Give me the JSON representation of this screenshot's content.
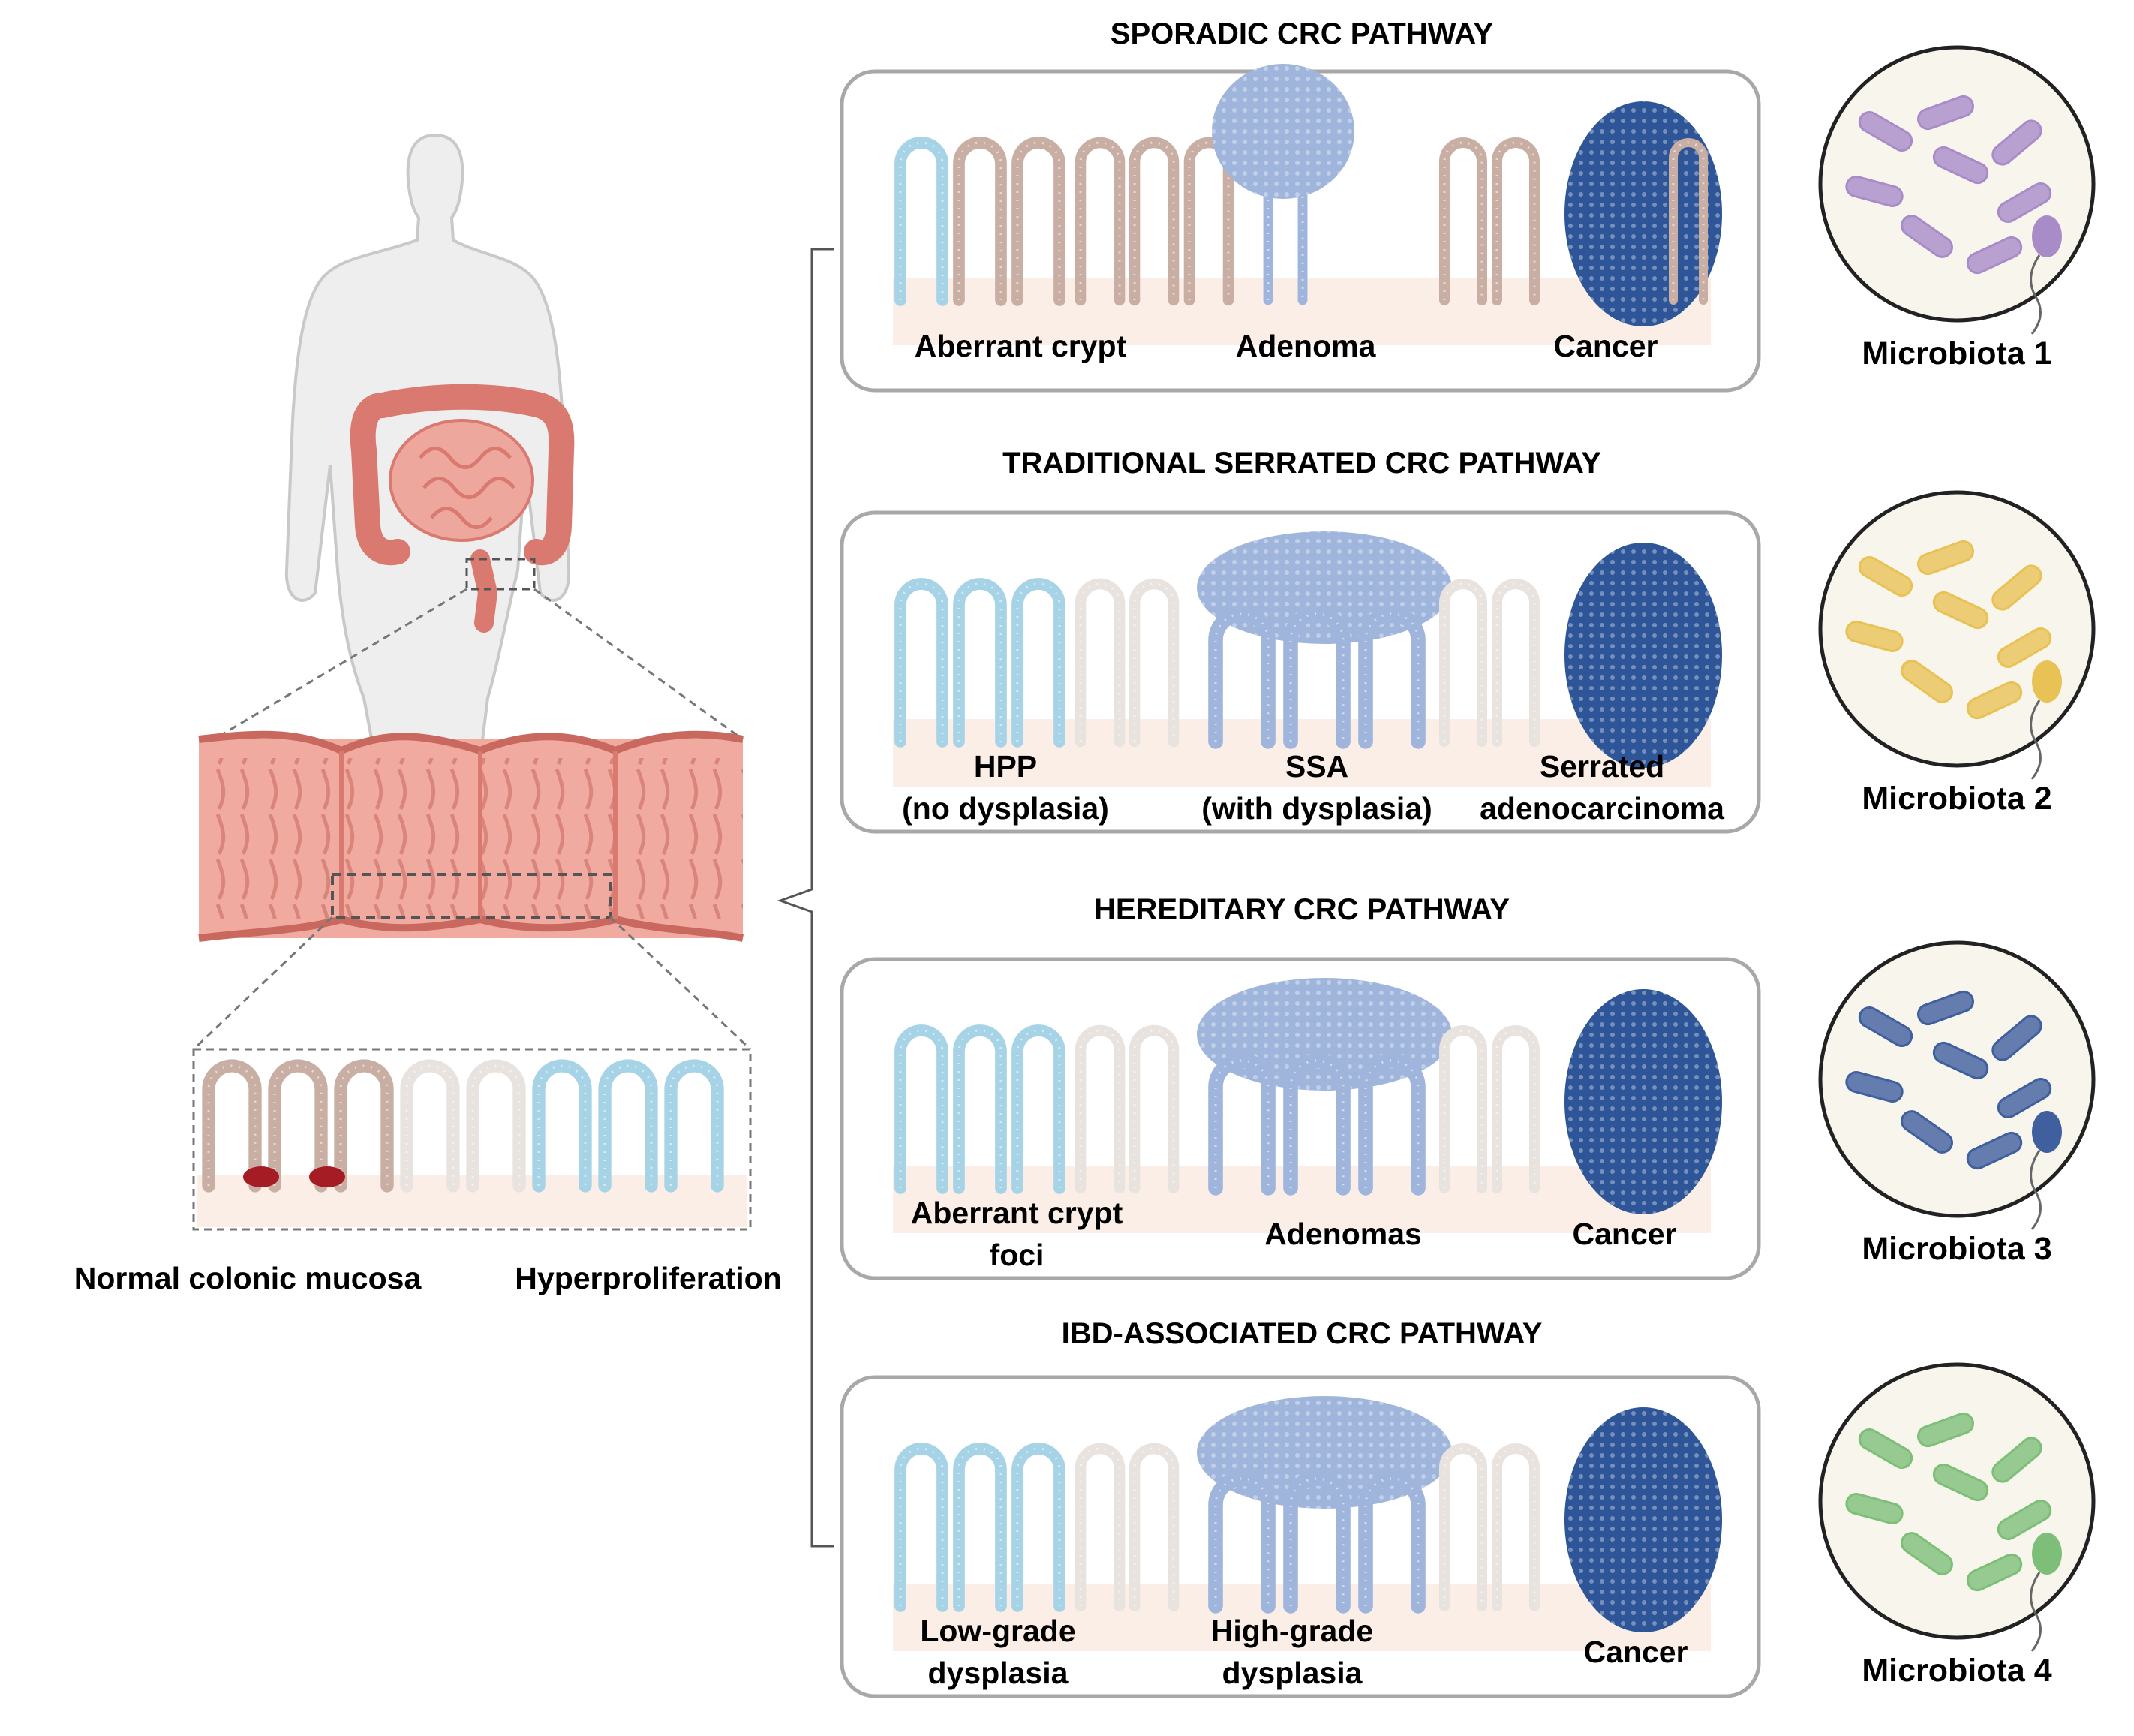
{
  "left": {
    "label_normal": "Normal colonic mucosa",
    "label_hyper": "Hyperproliferation"
  },
  "pathways": [
    {
      "title": "SPORADIC CRC PATHWAY",
      "stages": [
        {
          "lines": [
            "Aberrant crypt"
          ]
        },
        {
          "lines": [
            "Adenoma"
          ]
        },
        {
          "lines": [
            "Cancer"
          ]
        }
      ],
      "microbiota": "Microbiota 1",
      "microbiota_color": "#a88cc8"
    },
    {
      "title": "TRADITIONAL  SERRATED CRC PATHWAY",
      "stages": [
        {
          "lines": [
            "HPP",
            "(no dysplasia)"
          ]
        },
        {
          "lines": [
            "SSA",
            "(with  dysplasia)"
          ]
        },
        {
          "lines": [
            "Serrated",
            "adenocarcinoma"
          ]
        }
      ],
      "microbiota": "Microbiota 2",
      "microbiota_color": "#e8c255"
    },
    {
      "title": "HEREDITARY CRC PATHWAY",
      "stages": [
        {
          "lines": [
            "Aberrant crypt",
            "foci"
          ]
        },
        {
          "lines": [
            "Adenomas"
          ]
        },
        {
          "lines": [
            "Cancer"
          ]
        }
      ],
      "microbiota": "Microbiota 3",
      "microbiota_color": "#3f5f9e"
    },
    {
      "title": "IBD-ASSOCIATED CRC PATHWAY",
      "stages": [
        {
          "lines": [
            "Low-grade",
            "dysplasia"
          ]
        },
        {
          "lines": [
            "High-grade",
            "dysplasia"
          ]
        },
        {
          "lines": [
            "Cancer"
          ]
        }
      ],
      "microbiota": "Microbiota 4",
      "microbiota_color": "#7dbf78"
    }
  ],
  "colors": {
    "tissue_base": "#fbeee6",
    "normal_crypt": "#c9aea4",
    "pale_crypt": "#e9e3e0",
    "light_blue": "#a7d3e6",
    "mid_blue": "#9fb5dc",
    "dark_blue": "#2d5597",
    "colon_pink": "#e7958b",
    "body_grey": "#efefef"
  }
}
